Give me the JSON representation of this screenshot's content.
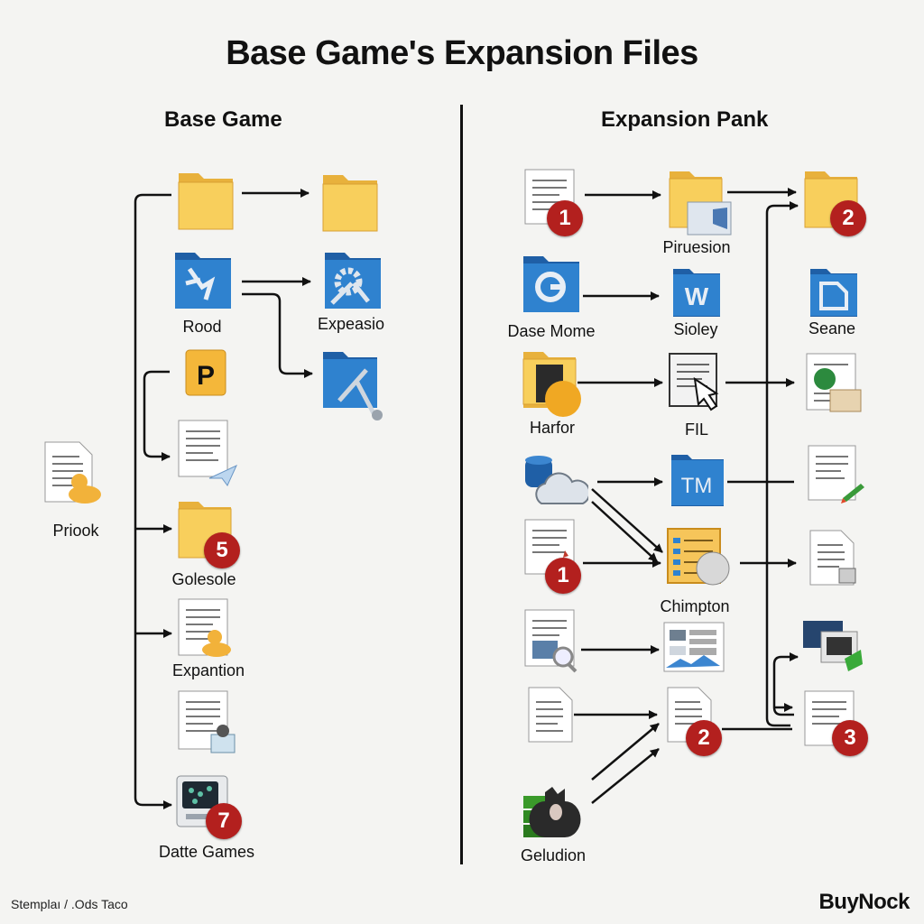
{
  "title": "Base Game's Expansion Files",
  "columns": {
    "left": "Base Game",
    "right": "Expansion Pank"
  },
  "labels": {
    "rood": "Rood",
    "expepasio": "Expeasio",
    "priook": "Priook",
    "golesole": "Golesole",
    "expantion": "Expantion",
    "datte_games": "Datte Games",
    "piruesion": "Piruesion",
    "dase_mome": "Dase Mome",
    "sioley": "Sioley",
    "seane": "Seane",
    "harfor": "Harfor",
    "fil": "FIL",
    "chimpton": "Chimpton",
    "geludion": "Geludion"
  },
  "badges": {
    "b5": "5",
    "b7": "7",
    "b1a": "1",
    "b2a": "2",
    "b1b": "1",
    "b2b": "2",
    "b3": "3"
  },
  "icons": {
    "p_letter": "P",
    "tm_text": "TM"
  },
  "footer": {
    "left": "Stemplaı / .Ods Taco",
    "right": "BuyNock"
  },
  "colors": {
    "folder": "#f5c650",
    "blue_folder": "#2d7ac6",
    "badge": "#b3201e"
  }
}
